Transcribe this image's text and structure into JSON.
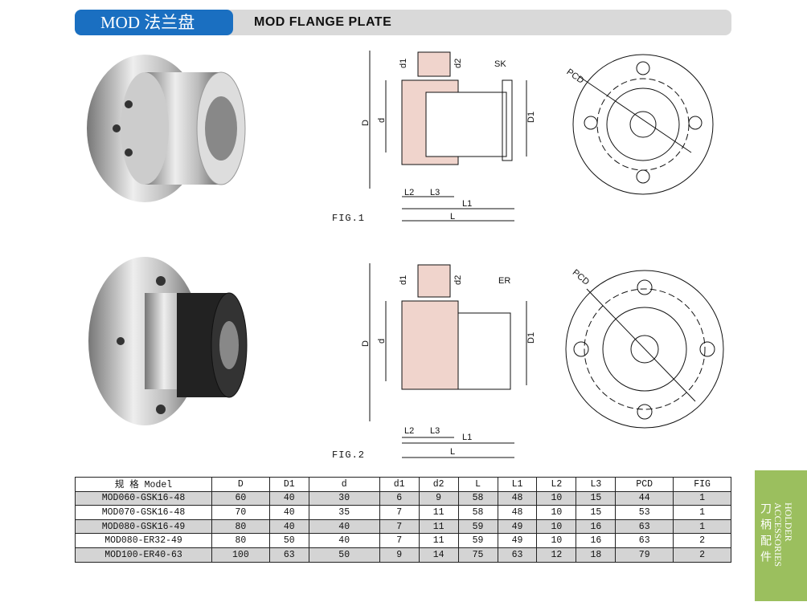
{
  "header": {
    "cn_title": "MOD 法兰盘",
    "en_title": "MOD FLANGE PLATE"
  },
  "fig1": {
    "caption": "FIG.1",
    "labels": {
      "d1": "d1",
      "d2": "d2",
      "sk": "SK",
      "D": "D",
      "d": "d",
      "D1": "D1",
      "L2": "L2",
      "L3": "L3",
      "L1": "L1",
      "L": "L",
      "pcd": "PCD"
    }
  },
  "fig2": {
    "caption": "FIG.2",
    "labels": {
      "d1": "d1",
      "d2": "d2",
      "er": "ER",
      "D": "D",
      "d": "d",
      "D1": "D1",
      "L2": "L2",
      "L3": "L3",
      "L1": "L1",
      "L": "L",
      "pcd": "PCD"
    }
  },
  "table": {
    "headers": [
      "规  格  Model",
      "D",
      "D1",
      "d",
      "d1",
      "d2",
      "L",
      "L1",
      "L2",
      "L3",
      "PCD",
      "FIG"
    ],
    "rows": [
      [
        "MOD060-GSK16-48",
        "60",
        "40",
        "30",
        "6",
        "9",
        "58",
        "48",
        "10",
        "15",
        "44",
        "1"
      ],
      [
        "MOD070-GSK16-48",
        "70",
        "40",
        "35",
        "7",
        "11",
        "58",
        "48",
        "10",
        "15",
        "53",
        "1"
      ],
      [
        "MOD080-GSK16-49",
        "80",
        "40",
        "40",
        "7",
        "11",
        "59",
        "49",
        "10",
        "16",
        "63",
        "1"
      ],
      [
        "MOD080-ER32-49",
        "80",
        "50",
        "40",
        "7",
        "11",
        "59",
        "49",
        "10",
        "16",
        "63",
        "2"
      ],
      [
        "MOD100-ER40-63",
        "100",
        "63",
        "50",
        "9",
        "14",
        "75",
        "63",
        "12",
        "18",
        "79",
        "2"
      ]
    ]
  },
  "side_tab": {
    "en": "HOLDER ACCESSORIES",
    "cn": "刀柄配件"
  },
  "colors": {
    "header_blue": "#1a6fc1",
    "side_green": "#9bbf5e",
    "row_gray": "#d4d4d4"
  }
}
